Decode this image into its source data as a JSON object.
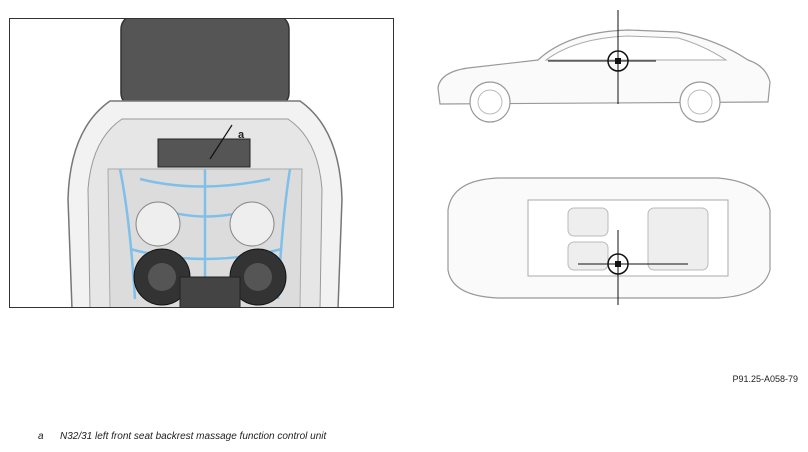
{
  "callout_letter": "a",
  "figure_id": "P91.25-A058-79",
  "legend": [
    {
      "key": "a",
      "text": "N32/31 left front seat backrest massage function control unit"
    }
  ]
}
